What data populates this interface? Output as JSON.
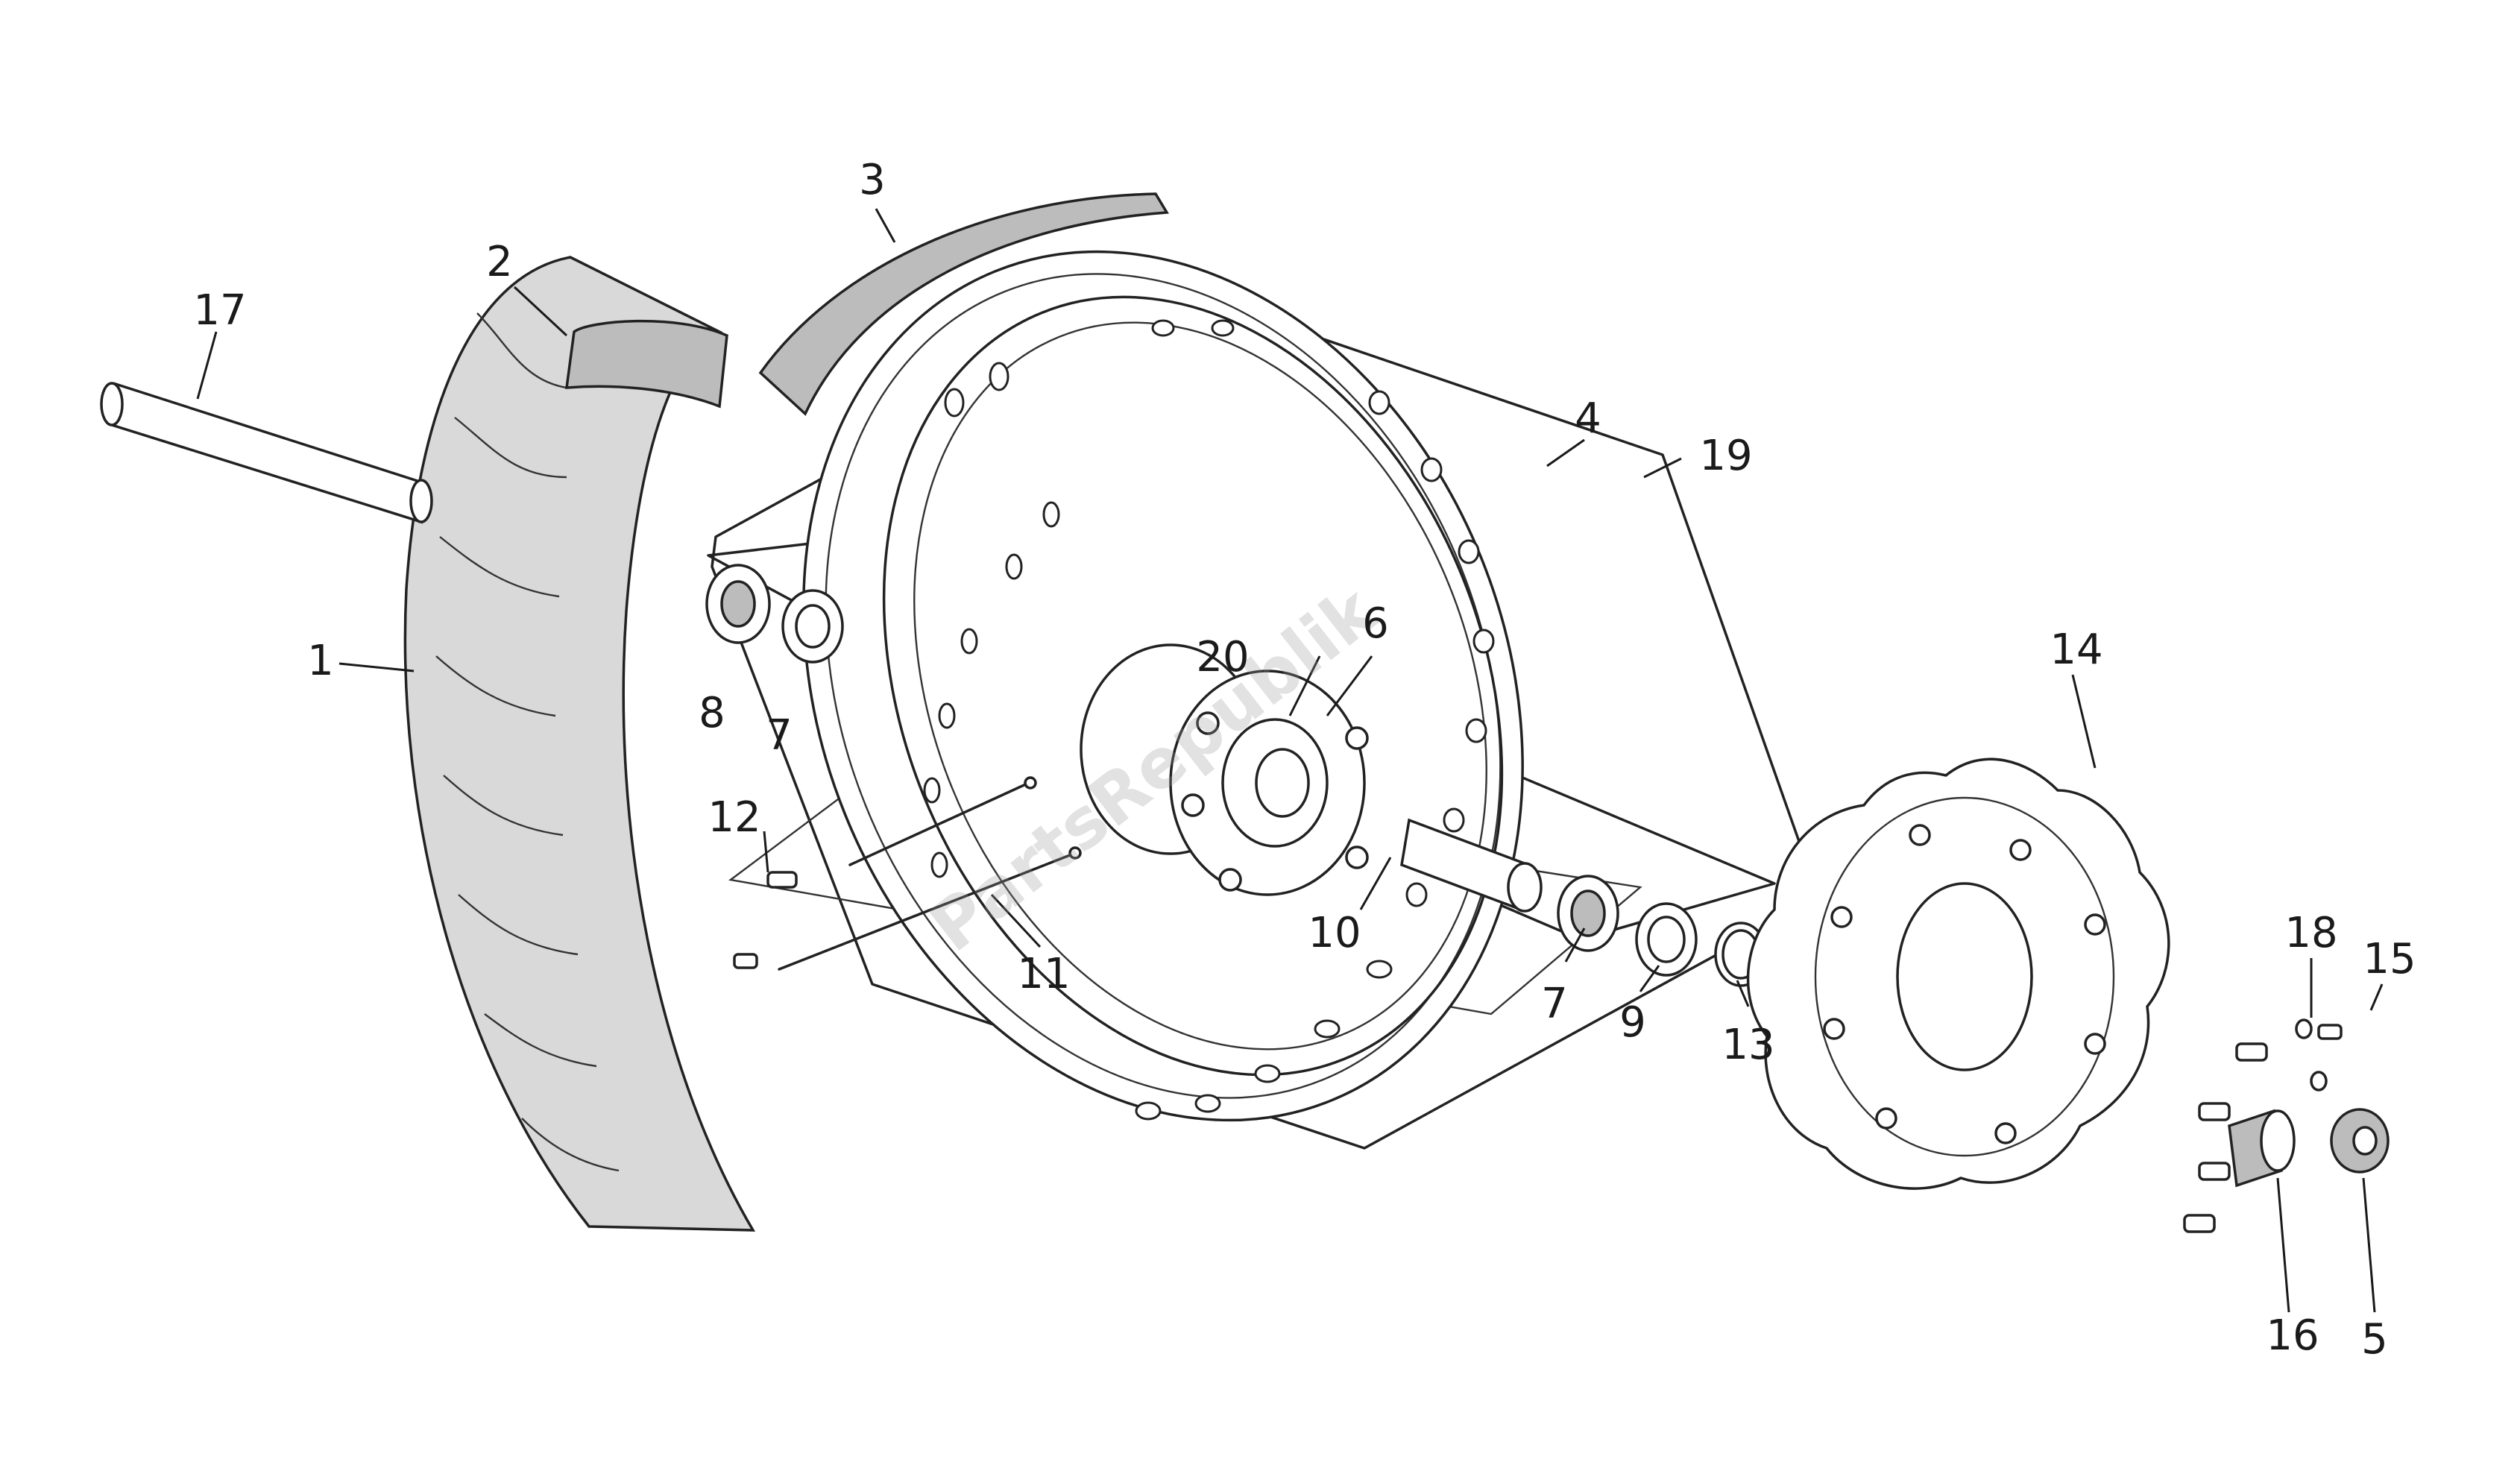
{
  "diagram": {
    "watermark": "PartsRepublik",
    "callouts": {
      "p1": "1",
      "p2": "2",
      "p3": "3",
      "p4": "4",
      "p5": "5",
      "p6": "6",
      "p7a": "7",
      "p7b": "7",
      "p8": "8",
      "p9": "9",
      "p10": "10",
      "p11": "11",
      "p12": "12",
      "p13": "13",
      "p14": "14",
      "p15": "15",
      "p16": "16",
      "p17": "17",
      "p18": "18",
      "p19": "19",
      "p20": "20"
    }
  }
}
